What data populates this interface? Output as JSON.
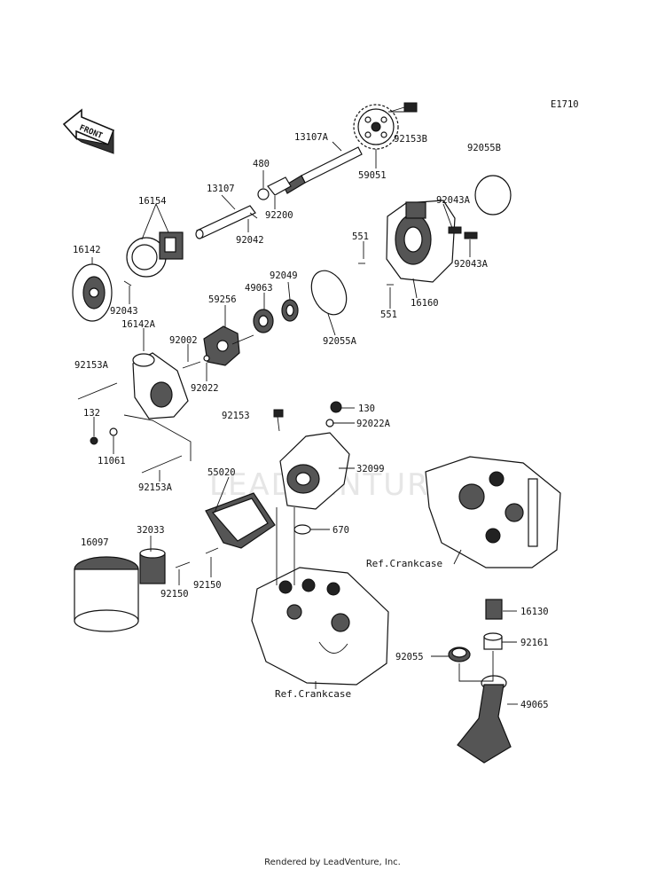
{
  "diagram_code": "E1710",
  "front_label": "FRONT",
  "parts": [
    {
      "id": "p13107A",
      "num": "13107A"
    },
    {
      "id": "p92153B",
      "num": "92153B"
    },
    {
      "id": "p480",
      "num": "480"
    },
    {
      "id": "p59051",
      "num": "59051"
    },
    {
      "id": "p92055B",
      "num": "92055B"
    },
    {
      "id": "p13107",
      "num": "13107"
    },
    {
      "id": "p92200",
      "num": "92200"
    },
    {
      "id": "p16154",
      "num": "16154"
    },
    {
      "id": "p92043A_1",
      "num": "92043A"
    },
    {
      "id": "p92042",
      "num": "92042"
    },
    {
      "id": "p551_1",
      "num": "551"
    },
    {
      "id": "p16142",
      "num": "16142"
    },
    {
      "id": "p92043A_2",
      "num": "92043A"
    },
    {
      "id": "p92049",
      "num": "92049"
    },
    {
      "id": "p49063",
      "num": "49063"
    },
    {
      "id": "p92043",
      "num": "92043"
    },
    {
      "id": "p59256",
      "num": "59256"
    },
    {
      "id": "p16160",
      "num": "16160"
    },
    {
      "id": "p551_2",
      "num": "551"
    },
    {
      "id": "p16142A",
      "num": "16142A"
    },
    {
      "id": "p92002",
      "num": "92002"
    },
    {
      "id": "p92055A",
      "num": "92055A"
    },
    {
      "id": "p92153A_1",
      "num": "92153A"
    },
    {
      "id": "p92022",
      "num": "92022"
    },
    {
      "id": "p130",
      "num": "130"
    },
    {
      "id": "p132",
      "num": "132"
    },
    {
      "id": "p92153",
      "num": "92153"
    },
    {
      "id": "p92022A",
      "num": "92022A"
    },
    {
      "id": "p11061",
      "num": "11061"
    },
    {
      "id": "p32099",
      "num": "32099"
    },
    {
      "id": "p92153A_2",
      "num": "92153A"
    },
    {
      "id": "p55020",
      "num": "55020"
    },
    {
      "id": "p670",
      "num": "670"
    },
    {
      "id": "p16097",
      "num": "16097"
    },
    {
      "id": "p32033",
      "num": "32033"
    },
    {
      "id": "p92150_1",
      "num": "92150"
    },
    {
      "id": "p92150_2",
      "num": "92150"
    },
    {
      "id": "p16130",
      "num": "16130"
    },
    {
      "id": "p92161",
      "num": "92161"
    },
    {
      "id": "p92055",
      "num": "92055"
    },
    {
      "id": "p49065",
      "num": "49065"
    }
  ],
  "ref_labels": {
    "crankcase_right": "Ref.Crankcase",
    "crankcase_bottom": "Ref.Crankcase"
  },
  "footer": "Rendered by LeadVenture, Inc."
}
